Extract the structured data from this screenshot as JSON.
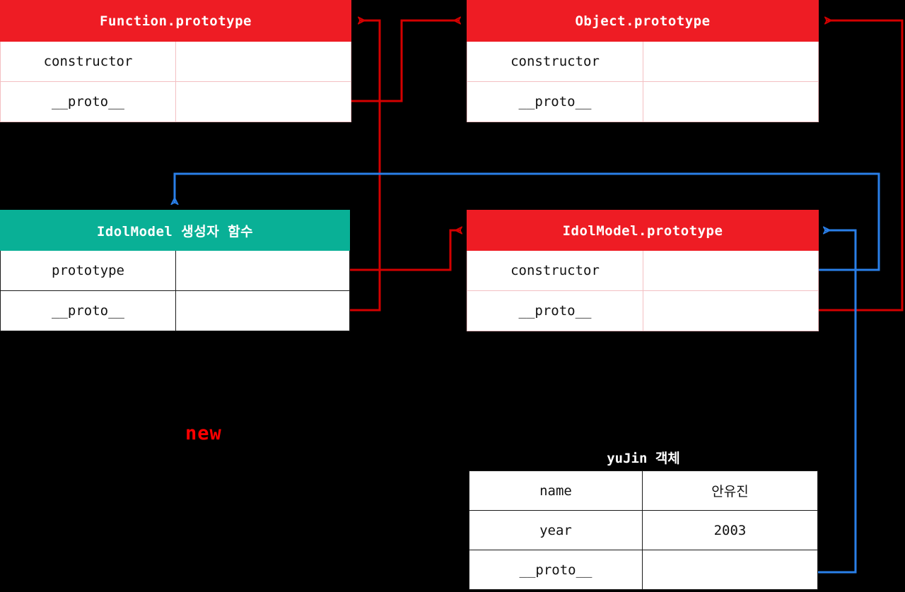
{
  "diagram": {
    "title": "JavaScript prototype chain diagram",
    "background": "#000000",
    "colors": {
      "prototype_header": "#ee1c24",
      "constructor_header": "#09b096",
      "proto_link": "#d40000",
      "constructor_link": "#2a7fe8",
      "new_label": "#ff0000",
      "cell_text": "#111111",
      "header_text": "#ffffff"
    },
    "new_label": "new",
    "boxes": {
      "function_prototype": {
        "header": "Function.prototype",
        "rows": [
          {
            "key": "constructor",
            "value": ""
          },
          {
            "key": "__proto__",
            "value": ""
          }
        ]
      },
      "object_prototype": {
        "header": "Object.prototype",
        "rows": [
          {
            "key": "constructor",
            "value": ""
          },
          {
            "key": "__proto__",
            "value": ""
          }
        ]
      },
      "idolmodel_function": {
        "header": "IdolModel 생성자 함수",
        "rows": [
          {
            "key": "prototype",
            "value": ""
          },
          {
            "key": "__proto__",
            "value": ""
          }
        ]
      },
      "idolmodel_prototype": {
        "header": "IdolModel.prototype",
        "rows": [
          {
            "key": "constructor",
            "value": ""
          },
          {
            "key": "__proto__",
            "value": ""
          }
        ]
      },
      "yujin_object": {
        "title": "yuJin 객체",
        "rows": [
          {
            "key": "name",
            "value": "안유진"
          },
          {
            "key": "year",
            "value": "2003"
          },
          {
            "key": "__proto__",
            "value": ""
          }
        ]
      }
    },
    "links": [
      {
        "name": "function-prototype-proto-to-object-prototype",
        "from": "Function.prototype.__proto__",
        "to": "Object.prototype",
        "color": "#d40000"
      },
      {
        "name": "idolmodel-fn-prototype-to-idolmodel-prototype",
        "from": "IdolModel.prototype (property)",
        "to": "IdolModel.prototype (object)",
        "color": "#d40000"
      },
      {
        "name": "idolmodel-fn-proto-to-function-prototype",
        "from": "IdolModel.__proto__",
        "to": "Function.prototype",
        "color": "#d40000"
      },
      {
        "name": "idolmodel-prototype-proto-to-object-prototype",
        "from": "IdolModel.prototype.__proto__",
        "to": "Object.prototype",
        "color": "#d40000"
      },
      {
        "name": "idolmodel-prototype-constructor-to-idolmodel-fn",
        "from": "IdolModel.prototype.constructor",
        "to": "IdolModel 생성자 함수",
        "color": "#2a7fe8"
      },
      {
        "name": "yujin-proto-to-idolmodel-prototype",
        "from": "yuJin.__proto__",
        "to": "IdolModel.prototype",
        "color": "#2a7fe8"
      }
    ]
  }
}
